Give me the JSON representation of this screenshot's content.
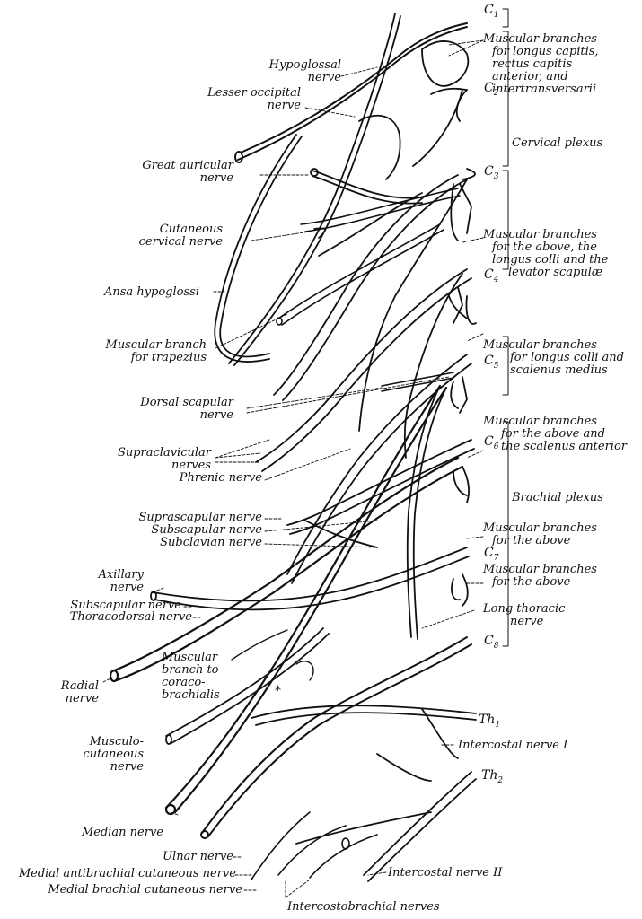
{
  "segments": [
    {
      "id": "c1",
      "main": "C",
      "sub": "1"
    },
    {
      "id": "c2",
      "main": "C",
      "sub": "2"
    },
    {
      "id": "c3",
      "main": "C",
      "sub": "3"
    },
    {
      "id": "c4",
      "main": "C",
      "sub": "4"
    },
    {
      "id": "c5",
      "main": "C",
      "sub": "5"
    },
    {
      "id": "c6",
      "main": "C",
      "sub": "6"
    },
    {
      "id": "c7",
      "main": "C",
      "sub": "7"
    },
    {
      "id": "c8",
      "main": "C",
      "sub": "8"
    },
    {
      "id": "th1",
      "main": "Th",
      "sub": "1"
    },
    {
      "id": "th2",
      "main": "Th",
      "sub": "2"
    }
  ],
  "right_labels": {
    "mb_longus_capitis": [
      "Muscular branches",
      "for longus capitis,",
      "rectus capitis",
      "anterior, and",
      "intertransversarii"
    ],
    "cervical_plexus": [
      "Cervical plexus"
    ],
    "mb_above_longus_colli": [
      "Muscular branches",
      "for the above, the",
      "longus colli and the",
      "levator scapulæ"
    ],
    "mb_longus_colli_scalenus": [
      "Muscular branches",
      "for longus colli and",
      "scalenus medius"
    ],
    "mb_above_scalenus_anterior": [
      "Muscular branches",
      "for the above and",
      "the scalenus anterior"
    ],
    "brachial_plexus": [
      "Brachial plexus"
    ],
    "mb_for_above_1": [
      "Muscular branches",
      "for the above"
    ],
    "mb_for_above_2": [
      "Muscular branches",
      "for the above"
    ],
    "long_thoracic": [
      "Long thoracic",
      "nerve"
    ],
    "intercostal_1": [
      "Intercostal nerve I"
    ],
    "intercostal_2": [
      "Intercostal nerve II"
    ]
  },
  "left_labels": {
    "hypoglossal": [
      "Hypoglossal",
      "nerve"
    ],
    "lesser_occipital": [
      "Lesser occipital",
      "nerve"
    ],
    "great_auricular": [
      "Great auricular",
      "nerve"
    ],
    "cutaneous_cervical": [
      "Cutaneous",
      "cervical nerve"
    ],
    "ansa_hypoglossi": [
      "Ansa hypoglossi"
    ],
    "muscular_branch_trapezius": [
      "Muscular branch",
      "for trapezius"
    ],
    "dorsal_scapular": [
      "Dorsal scapular",
      "nerve"
    ],
    "supraclavicular": [
      "Supraclavicular",
      "nerves"
    ],
    "phrenic": [
      "Phrenic nerve"
    ],
    "suprascapular": [
      "Suprascapular nerve"
    ],
    "subscapular_upper": [
      "Subscapular nerve"
    ],
    "subclavian": [
      "Subclavian nerve"
    ],
    "axillary": [
      "Axillary",
      "nerve"
    ],
    "subscapular_lower": [
      "Subscapular nerve"
    ],
    "thoracodorsal": [
      "Thoracodorsal nerve"
    ],
    "muscular_branch_coracobrachialis": [
      "Muscular",
      "branch to",
      "coraco-",
      "brachialis"
    ],
    "radial": [
      "Radial",
      "nerve"
    ],
    "musculocutaneous": [
      "Musculo-",
      "cutaneous",
      "nerve"
    ],
    "median": [
      "Median nerve"
    ],
    "ulnar": [
      "Ulnar nerve"
    ],
    "medial_antibrachial": [
      "Medial antibrachial cutaneous nerve"
    ],
    "medial_brachial": [
      "Medial brachial cutaneous nerve"
    ],
    "intercostobrachial": [
      "Intercostobrachial nerves"
    ]
  },
  "asterisk": "*",
  "colors": {
    "ink": "#111111",
    "paper": "#ffffff"
  }
}
